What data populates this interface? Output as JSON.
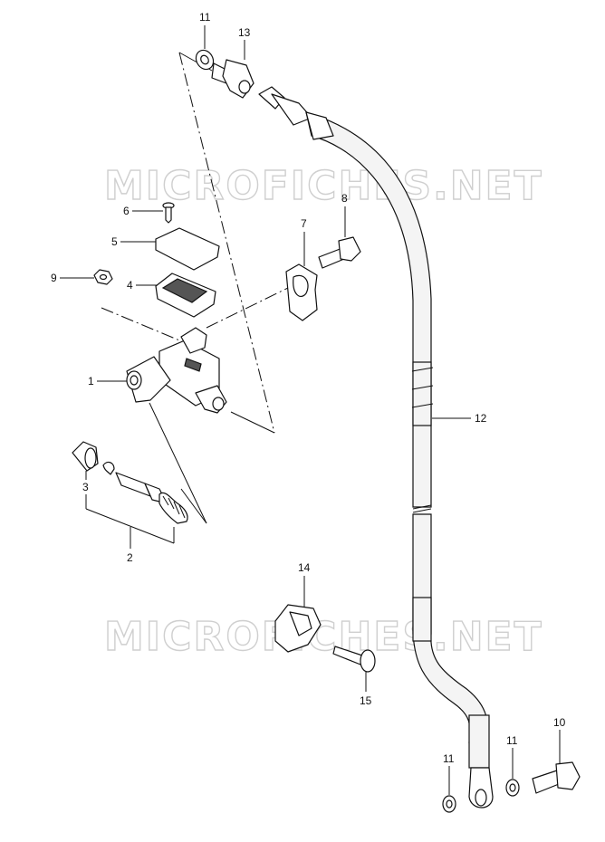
{
  "watermark": {
    "text": "MICROFICHES.NET"
  },
  "callouts": {
    "c1": "1",
    "c2": "2",
    "c3": "3",
    "c4": "4",
    "c5": "5",
    "c6": "6",
    "c7": "7",
    "c8": "8",
    "c9": "9",
    "c10": "10",
    "c11a": "11",
    "c11b": "11",
    "c11c": "11",
    "c12": "12",
    "c13": "13",
    "c14": "14",
    "c15": "15"
  }
}
